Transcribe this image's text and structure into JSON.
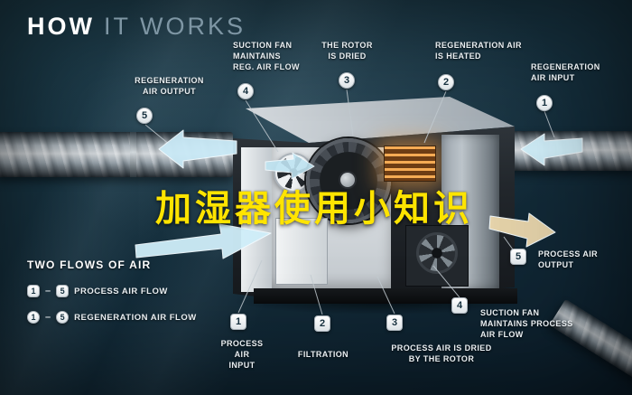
{
  "title": {
    "primary": "HOW",
    "secondary": "IT WORKS"
  },
  "overlay_caption": {
    "text": "加湿器使用小知识",
    "color": "#ffe400"
  },
  "colors": {
    "background": "#16313f",
    "accent_yellow": "#ffe400",
    "flow_blue": "#c9e9f6",
    "process_output_beige": "#e9d6ac",
    "heater_orange": "#f5ab54",
    "label_text": "#e9eef1"
  },
  "callouts": {
    "top": [
      {
        "num": "5",
        "label": "REGENERATION\nAIR OUTPUT"
      },
      {
        "num": "4",
        "label": "SUCTION FAN\nMAINTAINS\nREG. AIR FLOW"
      },
      {
        "num": "3",
        "label": "THE ROTOR\nIS DRIED"
      },
      {
        "num": "2",
        "label": "REGENERATION AIR\nIS HEATED"
      },
      {
        "num": "1",
        "label": "REGENERATION\nAIR INPUT"
      }
    ],
    "bottom": [
      {
        "num": "1",
        "label": "PROCESS AIR\nINPUT"
      },
      {
        "num": "2",
        "label": "FILTRATION"
      },
      {
        "num": "3",
        "label": "PROCESS AIR IS DRIED\nBY THE ROTOR"
      },
      {
        "num": "4",
        "label": "SUCTION FAN\nMAINTAINS PROCESS\nAIR FLOW"
      },
      {
        "num": "5",
        "label": "PROCESS AIR\nOUTPUT"
      }
    ]
  },
  "legend": {
    "title": "TWO FLOWS OF AIR",
    "rows": [
      {
        "from": "1",
        "dash": "–",
        "to": "5",
        "label": "PROCESS AIR FLOW"
      },
      {
        "from": "1",
        "dash": "–",
        "to": "5",
        "label": "REGENERATION AIR FLOW"
      }
    ]
  }
}
